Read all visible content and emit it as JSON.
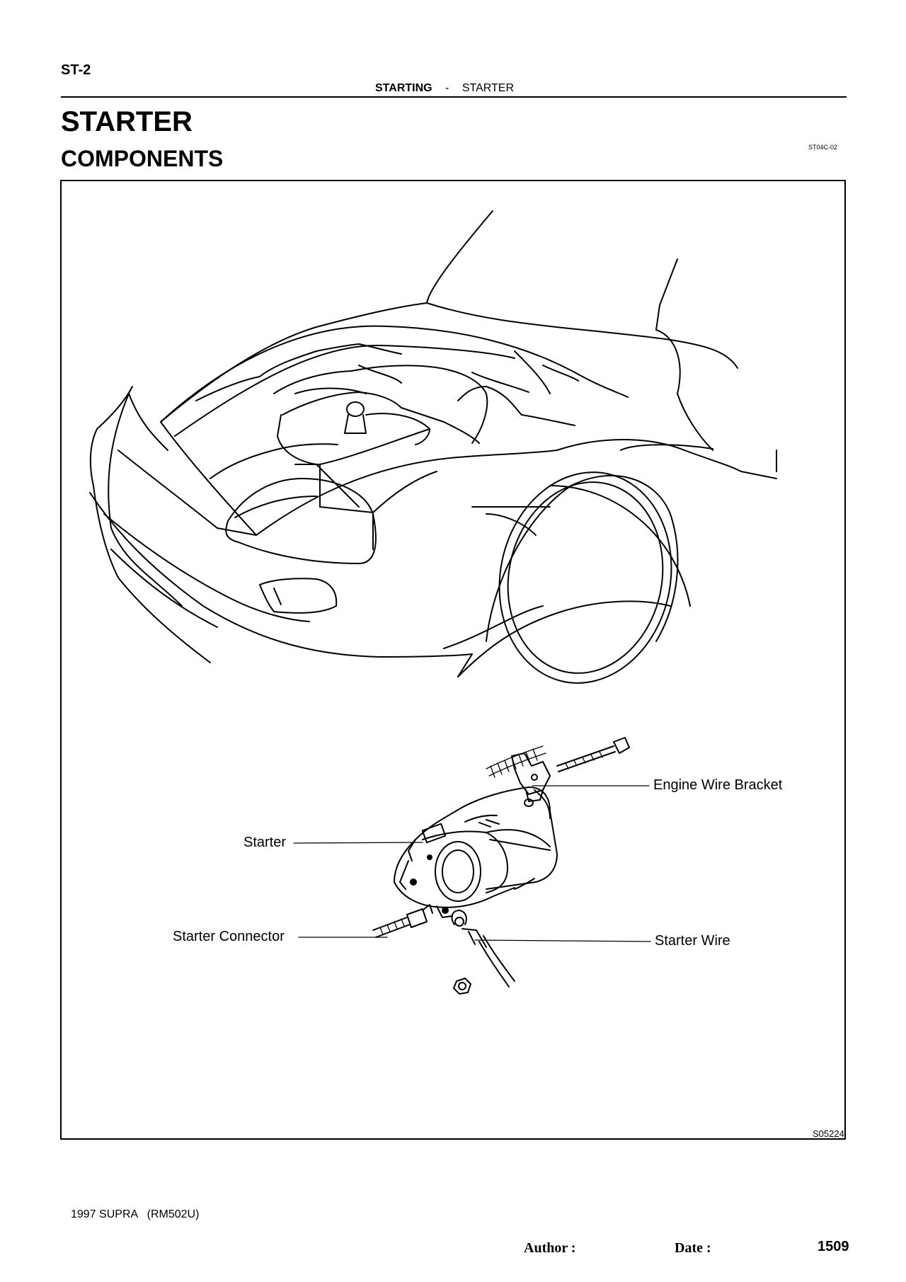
{
  "header": {
    "page_id": "ST-2",
    "section": "STARTING",
    "separator": "-",
    "subsection": "STARTER"
  },
  "title": "STARTER",
  "subtitle": "COMPONENTS",
  "doc_code": "ST04C-02",
  "figure": {
    "id": "S05224",
    "labels": {
      "engine_wire_bracket": "Engine Wire Bracket",
      "starter": "Starter",
      "starter_connector": "Starter Connector",
      "starter_wire": "Starter Wire"
    }
  },
  "footer": {
    "model": "1997 SUPRA   (RM502U)",
    "author_label": "Author :",
    "date_label": "Date :",
    "page_number": "1509"
  }
}
